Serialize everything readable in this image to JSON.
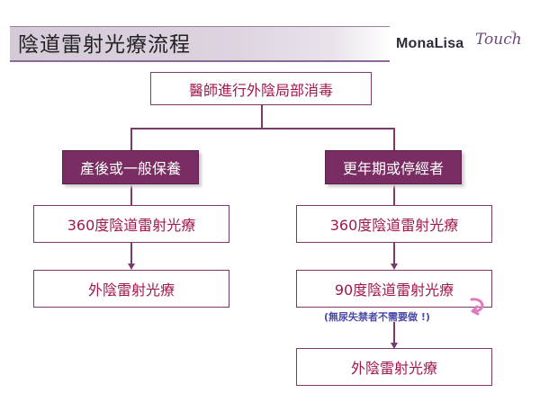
{
  "title": "陰道雷射光療流程",
  "logo": {
    "brand": "MonaLisa",
    "script": "Touch",
    "tm": "™"
  },
  "steps": {
    "top": "醫師進行外陰局部消毒",
    "left_category": "產後或一般保養",
    "right_category": "更年期或停經者",
    "left_step1": "360度陰道雷射光療",
    "left_step2": "外陰雷射光療",
    "right_step1": "360度陰道雷射光療",
    "right_step2": "90度陰道雷射光療",
    "right_step3": "外陰雷射光療"
  },
  "note": "(無尿失禁者不需要做 !)",
  "colors": {
    "accent": "#7a2d62",
    "text": "#a0184e",
    "note": "#4a4aa8",
    "curl": "#e07ac0"
  }
}
